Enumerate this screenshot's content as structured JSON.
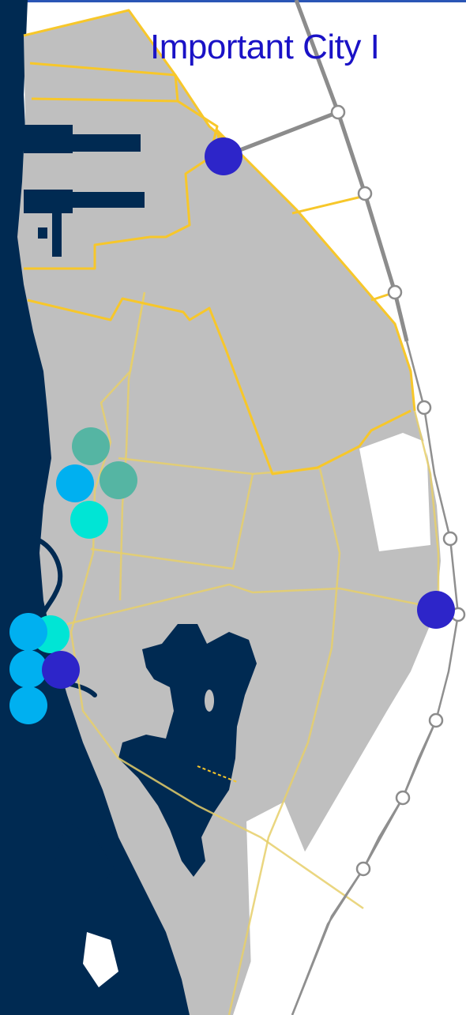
{
  "title": "Important City I",
  "colors": {
    "sea": "#002a52",
    "land": "#bfbfbf",
    "white_zone": "#ffffff",
    "district_border": "#f7c72a",
    "faint_road": "#e6cf6a",
    "rail_thick": "#8c8c8c",
    "rail_thin": "#8f8f8f",
    "station_fill": "#ffffff",
    "title": "#1a12c6",
    "top_strip": "#2a55b5"
  },
  "legend_categories": [
    {
      "key": "major-site",
      "color": "#2d25c9"
    },
    {
      "key": "sky-blue-site",
      "color": "#00b0f0"
    },
    {
      "key": "teal-site",
      "color": "#55b5a3"
    },
    {
      "key": "aqua-site",
      "color": "#00e5d5"
    }
  ],
  "markers": [
    {
      "id": "marker-north-station",
      "category": "major-site"
    },
    {
      "id": "marker-east-station",
      "category": "major-site"
    },
    {
      "id": "marker-west-cluster-1",
      "category": "teal-site"
    },
    {
      "id": "marker-west-cluster-2",
      "category": "sky-blue-site"
    },
    {
      "id": "marker-west-cluster-3",
      "category": "teal-site"
    },
    {
      "id": "marker-west-cluster-4",
      "category": "aqua-site"
    },
    {
      "id": "marker-southwest-1",
      "category": "sky-blue-site"
    },
    {
      "id": "marker-southwest-2",
      "category": "aqua-site"
    },
    {
      "id": "marker-southwest-3",
      "category": "sky-blue-site"
    },
    {
      "id": "marker-southwest-4",
      "category": "major-site"
    },
    {
      "id": "marker-southwest-5",
      "category": "sky-blue-site"
    }
  ]
}
